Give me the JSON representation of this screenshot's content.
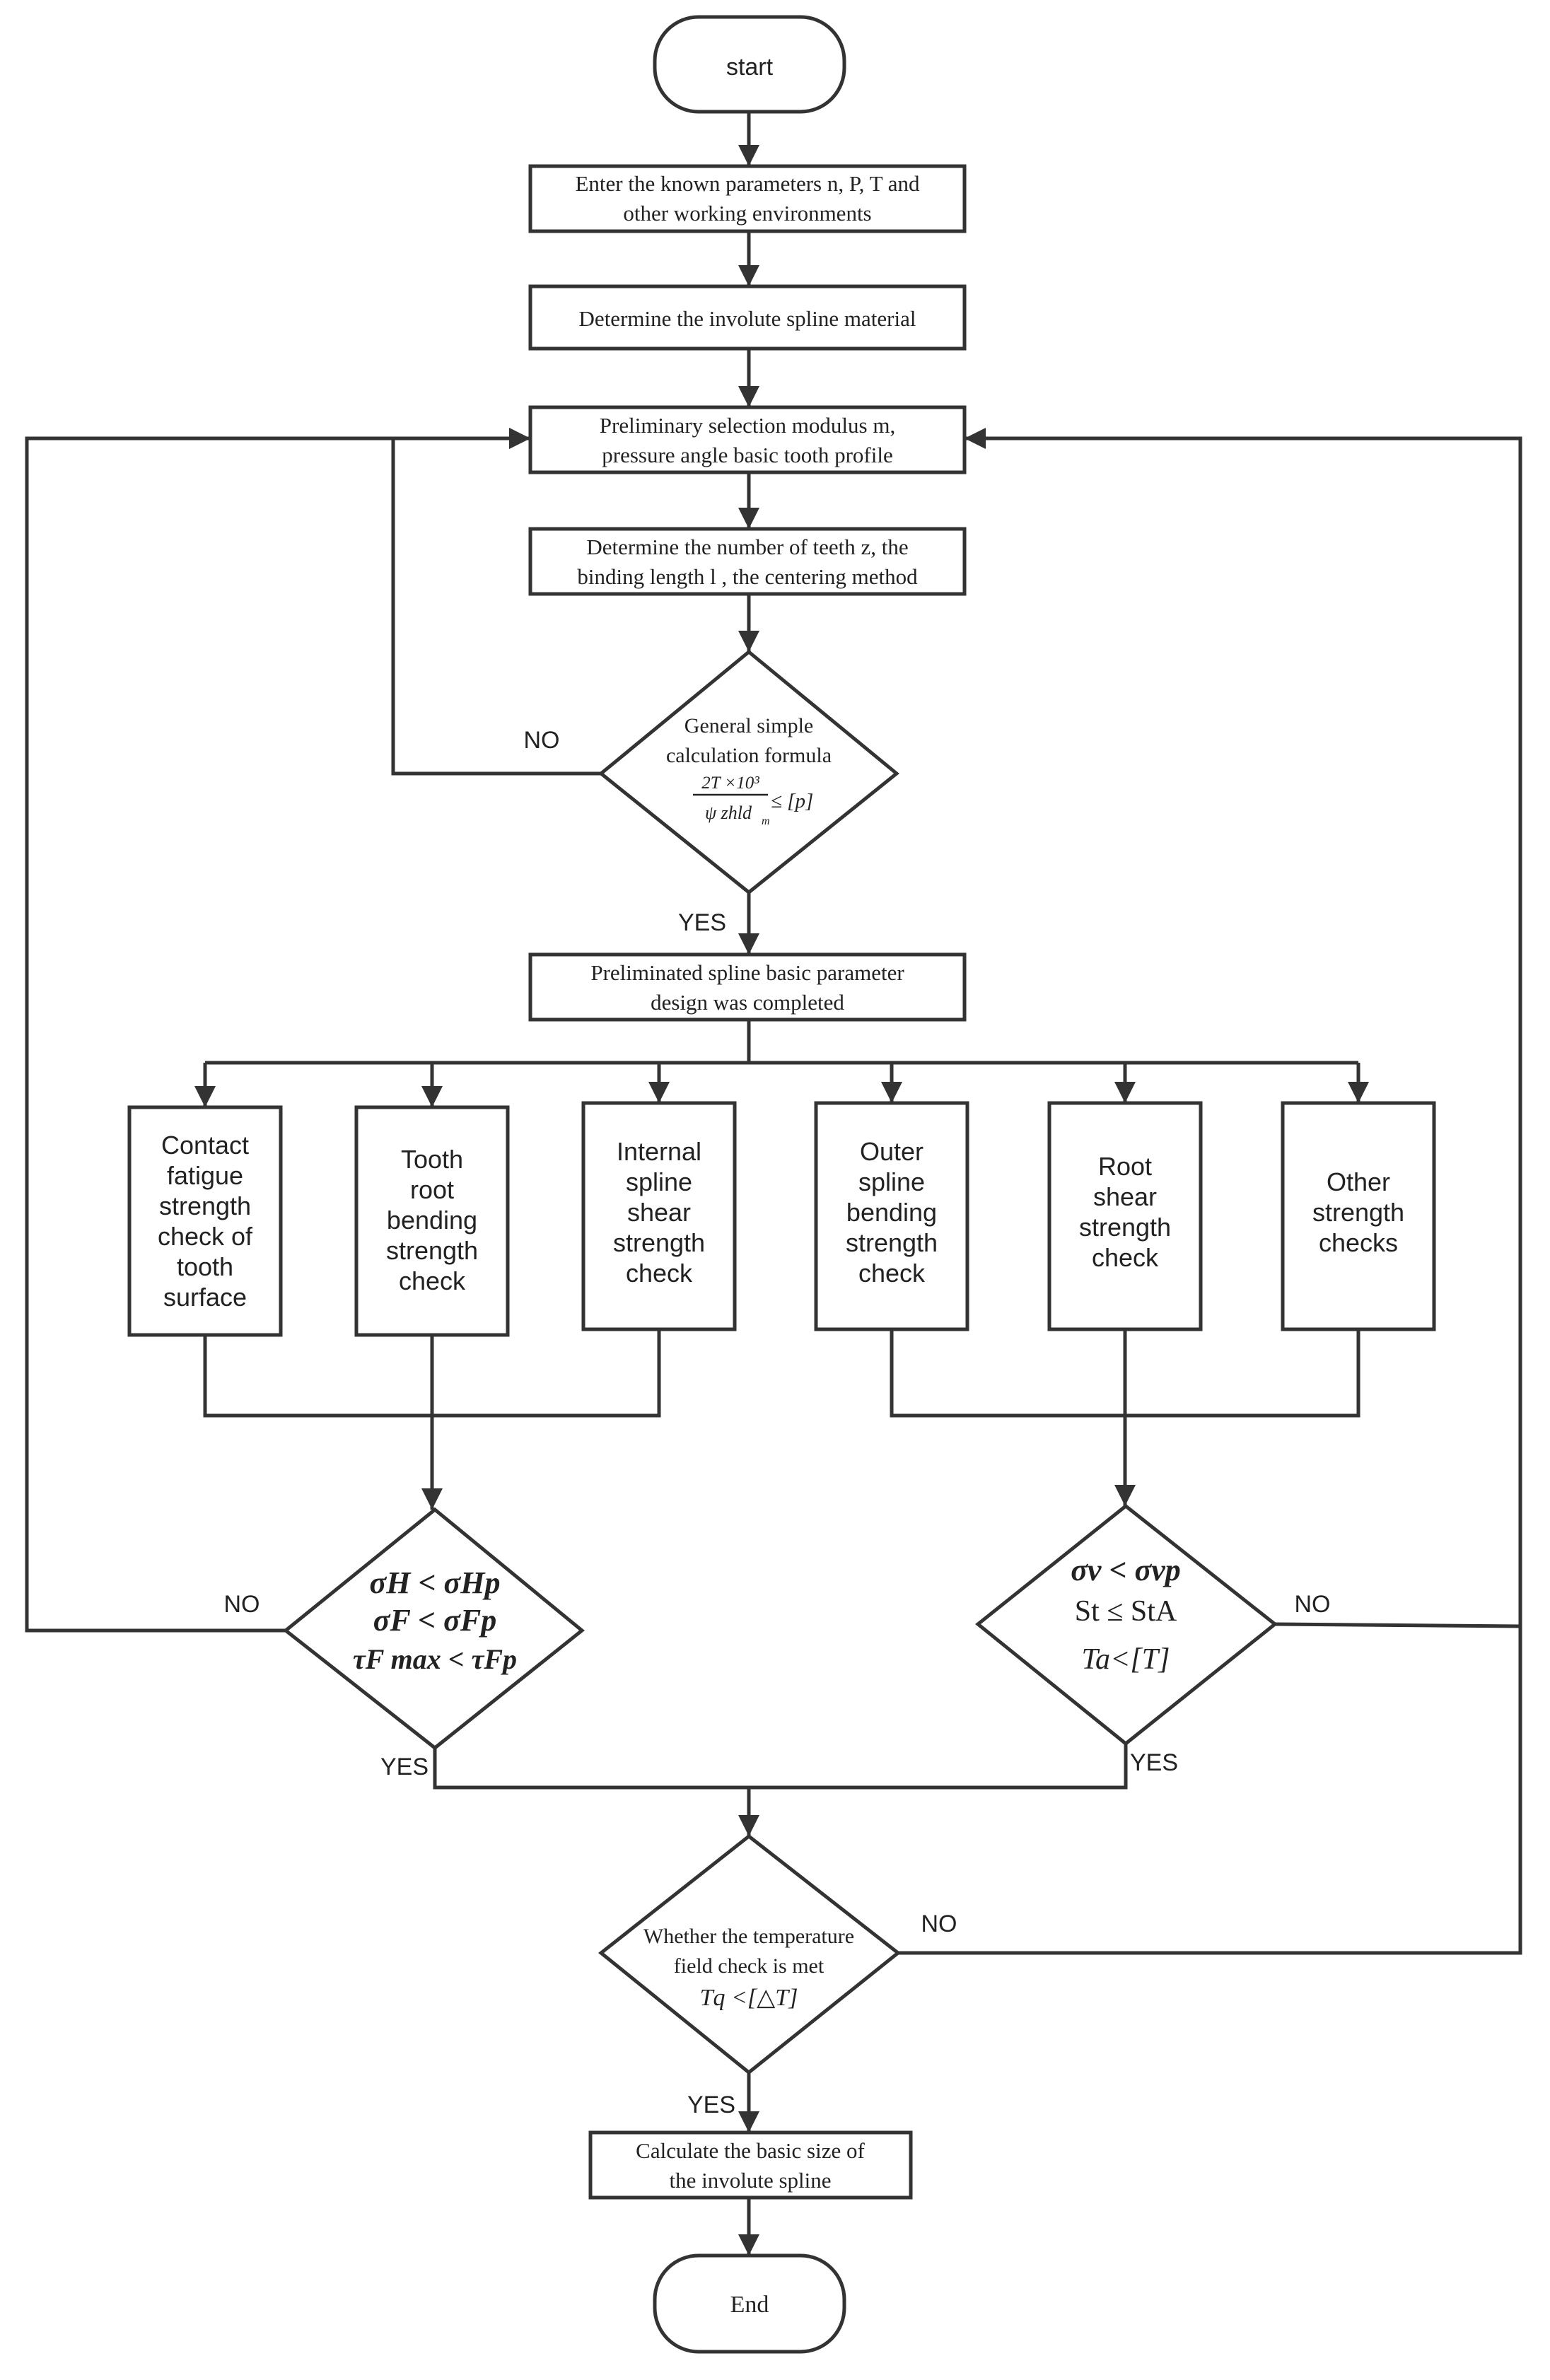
{
  "nodes": {
    "start": "start",
    "enter_params": [
      "Enter the known parameters n, P, T and",
      "other working environments"
    ],
    "material": "Determine the involute spline material",
    "modulus": [
      "Preliminary selection modulus m,",
      "pressure angle basic tooth profile"
    ],
    "teeth": [
      "Determine the number of teeth z, the",
      "binding length l , the centering method"
    ],
    "simple_check": {
      "lines": [
        "General simple",
        "calculation formula"
      ],
      "formula_num": "2T ×10³",
      "formula_den": "ψ zhld",
      "formula_den_sub": "m",
      "formula_rhs": "≤ [p]"
    },
    "prelim_done": [
      "Preliminated spline basic parameter",
      "design was completed"
    ],
    "check_contact": [
      "Contact",
      "fatigue",
      "strength",
      "check of",
      "tooth",
      "surface"
    ],
    "check_root_bending": [
      "Tooth",
      "root",
      "bending",
      "strength",
      "check"
    ],
    "check_internal_shear": [
      "Internal",
      "spline",
      "shear",
      "strength",
      "check"
    ],
    "check_outer_bending": [
      "Outer",
      "spline",
      "bending",
      "strength",
      "check"
    ],
    "check_root_shear": [
      "Root",
      "shear",
      "strength",
      "check"
    ],
    "check_other": [
      "Other",
      "strength",
      "checks"
    ],
    "cond_left": [
      "σH < σHp",
      "σF < σFp",
      "τF max < τFp"
    ],
    "cond_right": [
      "σv < σvp",
      "St ≤ StA",
      "Ta<[T]"
    ],
    "temperature": {
      "lines": [
        "Whether the temperature",
        "field check is met"
      ],
      "formula": "Tq <[△T]"
    },
    "calc_size": [
      "Calculate the basic size of",
      "the involute spline"
    ],
    "end": "End"
  },
  "labels": {
    "no_simple": "NO",
    "yes_simple": "YES",
    "no_left": "NO",
    "yes_left": "YES",
    "no_right": "NO",
    "yes_right": "YES",
    "no_temp": "NO",
    "yes_temp": "YES"
  },
  "colors": {
    "stroke": "#333333",
    "text": "#222222",
    "background": "#ffffff"
  }
}
